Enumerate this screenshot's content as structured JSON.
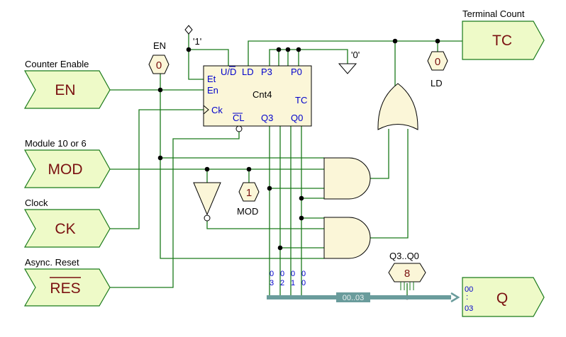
{
  "inputs": {
    "en": {
      "caption": "Counter Enable",
      "name": "EN"
    },
    "mod": {
      "caption": "Module 10 or 6",
      "name": "MOD"
    },
    "ck": {
      "caption": "Clock",
      "name": "CK"
    },
    "res": {
      "caption": "Async. Reset",
      "name": "RES"
    }
  },
  "outputs": {
    "tc": {
      "caption": "Terminal Count",
      "name": "TC"
    },
    "q": {
      "name": "Q",
      "pin_hi": "00",
      "pin_mid": ":",
      "pin_lo": "03"
    }
  },
  "probes": {
    "en": {
      "label": "EN",
      "value": "0"
    },
    "mod": {
      "label": "MOD",
      "value": "1"
    },
    "ld": {
      "label": "LD",
      "value": "0"
    },
    "bus": {
      "label": "Q3..Q0",
      "value": "8"
    }
  },
  "constants": {
    "one": "'1'",
    "zero": "'0'"
  },
  "counter": {
    "name": "Cnt4",
    "pins": {
      "ud": "U/D",
      "ld": "LD",
      "p3": "P3",
      "p0": "P0",
      "et": "Et",
      "en": "En",
      "ck": "Ck",
      "tc": "TC",
      "cl": "CL",
      "q3": "Q3",
      "q0": "Q0"
    }
  },
  "bus": {
    "label": "00..03",
    "taps": [
      {
        "top": "0",
        "bottom": "3"
      },
      {
        "top": "0",
        "bottom": "2"
      },
      {
        "top": "0",
        "bottom": "1"
      },
      {
        "top": "0",
        "bottom": "0"
      }
    ]
  },
  "colors": {
    "wire": "#1a7a1a",
    "port_fill": "#eefac8",
    "gate_fill": "#fbf6d8",
    "counter_fill": "#fbf6d8",
    "bus": "#6a9c9c",
    "pin_text": "#0000cc",
    "name_text": "#7a1010"
  }
}
